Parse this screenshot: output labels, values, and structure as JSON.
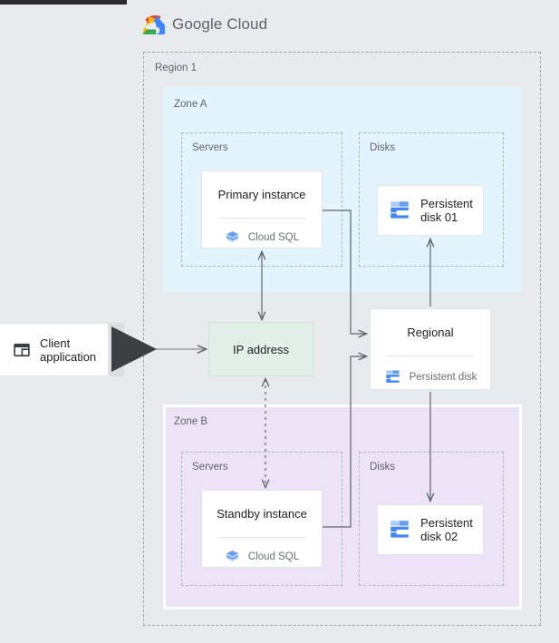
{
  "brand": {
    "logo_icon": "google-cloud-logo-icon",
    "name_bold": "Google",
    "name_light": " Cloud",
    "colors": {
      "logo_red": "#ea4335",
      "logo_yellow": "#fbbc04",
      "logo_green": "#34a853",
      "logo_blue": "#4285f4",
      "page_background": "#e8ebee",
      "zone_a_fill": "#e4f4fd",
      "zone_b_fill": "#ece4f6",
      "ip_box_fill": "#e2efe7",
      "card_fill": "#ffffff",
      "connector": "#5f6368",
      "label_text": "#5f6368",
      "title_text": "#202124"
    }
  },
  "region": {
    "label": "Region 1"
  },
  "zones": [
    {
      "label": "Zone A",
      "groups": [
        {
          "label": "Servers"
        },
        {
          "label": "Disks"
        }
      ],
      "instance": {
        "title": "Primary instance",
        "service_label": "Cloud SQL",
        "service_icon": "cloud-sql-icon"
      },
      "disk": {
        "label": "Persistent\ndisk 01",
        "icon": "persistent-disk-icon"
      }
    },
    {
      "label": "Zone B",
      "groups": [
        {
          "label": "Servers"
        },
        {
          "label": "Disks"
        }
      ],
      "instance": {
        "title": "Standby instance",
        "service_label": "Cloud SQL",
        "service_icon": "cloud-sql-icon"
      },
      "disk": {
        "label": "Persistent\ndisk 02",
        "icon": "persistent-disk-icon"
      }
    }
  ],
  "regional_disk": {
    "title": "Regional",
    "service_label": "Persistent disk",
    "service_icon": "persistent-disk-icon"
  },
  "ip_address": {
    "label": "IP address"
  },
  "client": {
    "label": "Client\napplication",
    "icon": "client-window-icon"
  },
  "connectors": [
    {
      "name": "primary-to-ip-address",
      "style": "solid",
      "arrows": "both"
    },
    {
      "name": "ip-address-to-standby",
      "style": "dashed",
      "arrows": "both"
    },
    {
      "name": "client-to-ip-address",
      "style": "solid",
      "arrows": "both"
    },
    {
      "name": "primary-to-regional-disk",
      "style": "solid",
      "arrows": "end"
    },
    {
      "name": "standby-to-regional-disk",
      "style": "solid",
      "arrows": "end"
    },
    {
      "name": "regional-disk-to-disk-01",
      "style": "solid",
      "arrows": "end"
    },
    {
      "name": "regional-disk-to-disk-02",
      "style": "solid",
      "arrows": "end"
    }
  ]
}
